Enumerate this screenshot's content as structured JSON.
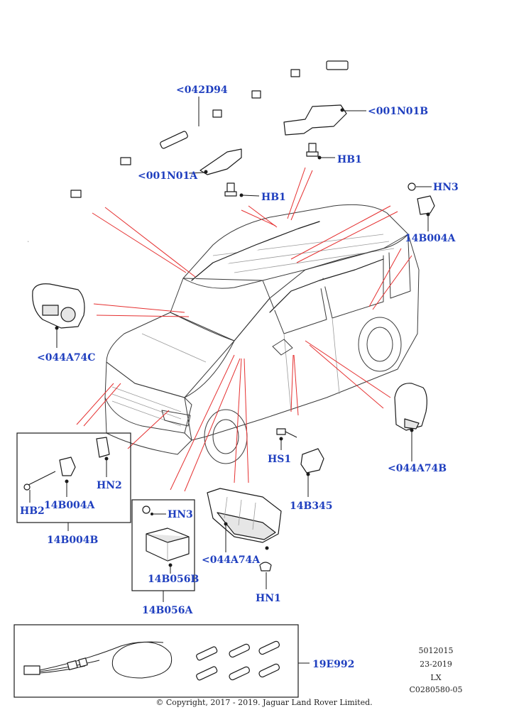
{
  "callouts": {
    "c042D94": "<042D94",
    "c001N01B": "<001N01B",
    "cHB1_top": "HB1",
    "c001N01A": "<001N01A",
    "cHB1_mid": "HB1",
    "cHN3_top": "HN3",
    "c14B004A_top": "14B004A",
    "c044A74C": "<044A74C",
    "c044A74B": "<044A74B",
    "cHS1": "HS1",
    "c14B345": "14B345",
    "cHN2": "HN2",
    "cHB2": "HB2",
    "c14B004A_box": "14B004A",
    "c14B004B": "14B004B",
    "cHN3_box": "HN3",
    "c14B056B": "14B056B",
    "c14B056A": "14B056A",
    "c044A74A": "<044A74A",
    "cHN1": "HN1",
    "c19E992": "19E992"
  },
  "meta": {
    "line1": "5012015",
    "line2": "23-2019",
    "line3": "LX",
    "line4": "C0280580-05"
  },
  "copyright": "© Copyright, 2017 - 2019. Jaguar Land Rover Limited.",
  "colors": {
    "callout": "#1f3fbf",
    "leader": "#e53030",
    "line": "#1a1a1a"
  },
  "icons": [
    "curtain-airbag-icon",
    "bracket-icon",
    "bolt-icon",
    "sensor-icon",
    "airbag-module-icon",
    "control-module-icon",
    "wiring-harness-icon",
    "vehicle-icon"
  ]
}
